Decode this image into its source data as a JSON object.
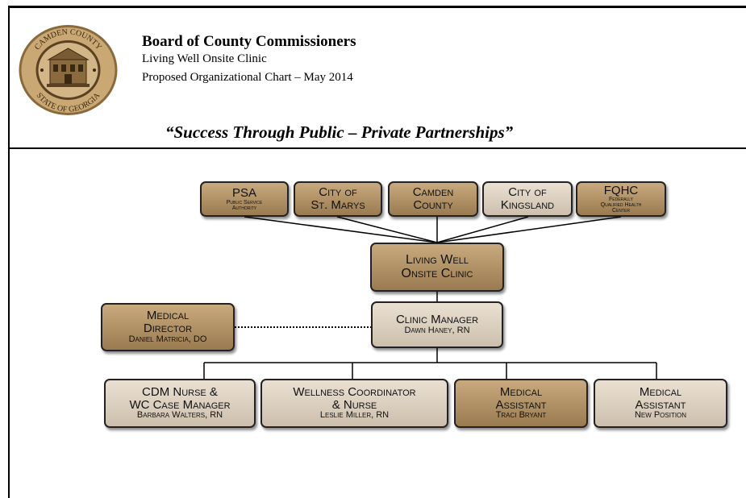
{
  "header": {
    "title": "Board of County Commissioners",
    "subtitle": "Living Well Onsite Clinic",
    "chart_label": "Proposed Organizational Chart – May 2014",
    "slogan": "“Success Through Public – Private Partnerships”"
  },
  "seal": {
    "text_top": "CAMDEN COUNTY",
    "text_bottom": "STATE OF GEORGIA"
  },
  "org": {
    "partners": [
      {
        "line1": "PSA",
        "line2": "Public Service",
        "line3": "Authority"
      },
      {
        "line1": "City of",
        "line2": "St. Marys"
      },
      {
        "line1": "Camden",
        "line2": "County"
      },
      {
        "line1": "City of",
        "line2": "Kingsland"
      },
      {
        "line1": "FQHC",
        "line2": "Federally",
        "line3": "Qualified Health",
        "line4": "Center"
      }
    ],
    "clinic": {
      "line1": "Living Well",
      "line2": "Onsite Clinic"
    },
    "manager": {
      "title": "Clinic Manager",
      "name": "Dawn Haney, RN"
    },
    "director": {
      "line1": "Medical",
      "line2": "Director",
      "name": "Daniel Matricia, DO"
    },
    "staff": [
      {
        "line1": "CDM Nurse &",
        "line2": "WC Case Manager",
        "name": "Barbara Walters, RN"
      },
      {
        "line1": "Wellness Coordinator",
        "line2": "& Nurse",
        "name": "Leslie Miller, RN"
      },
      {
        "line1": "Medical",
        "line2": "Assistant",
        "name": "Traci Bryant"
      },
      {
        "line1": "Medical",
        "line2": "Assistant",
        "name": "New Position"
      }
    ]
  },
  "colors": {
    "dark_box": "#b08f63",
    "light_box": "#ddd1c2",
    "line": "#000000"
  }
}
